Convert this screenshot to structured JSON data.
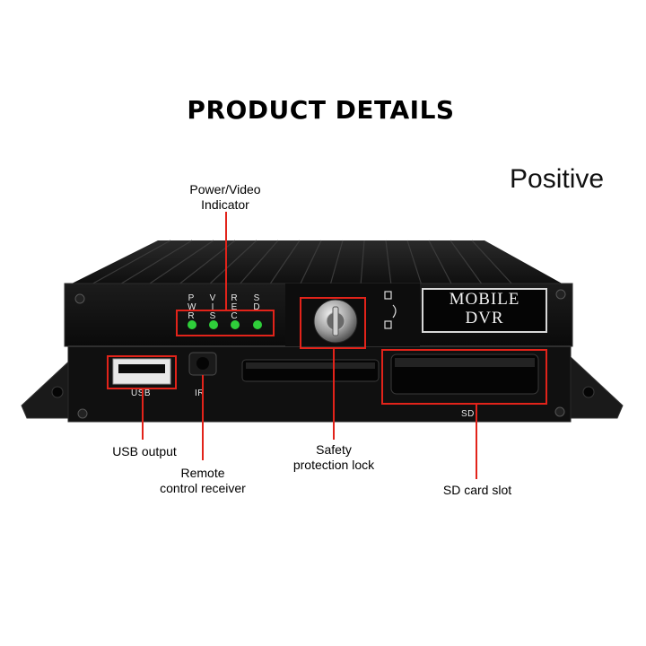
{
  "page": {
    "title": "PRODUCT DETAILS",
    "view_label": "Positive"
  },
  "device": {
    "brand_plate": {
      "line1": "MOBILE",
      "line2": "DVR"
    },
    "led_labels": [
      {
        "top": "P",
        "mid": "W",
        "bottom": "R"
      },
      {
        "top": "V",
        "mid": "I",
        "bottom": "S"
      },
      {
        "top": "R",
        "mid": "E",
        "bottom": "C"
      },
      {
        "top": "S",
        "mid": "D",
        "bottom": ""
      }
    ],
    "port_labels": {
      "usb": "USB",
      "ir": "IR",
      "sd": "SD"
    }
  },
  "callouts": {
    "indicator": {
      "line1": "Power/Video",
      "line2": "Indicator"
    },
    "usb": {
      "line1": "USB output"
    },
    "remote": {
      "line1": "Remote",
      "line2": "control receiver"
    },
    "lock": {
      "line1": "Safety",
      "line2": "protection lock"
    },
    "sd": {
      "line1": "SD card slot"
    }
  },
  "colors": {
    "highlight": "#e2231a",
    "led": "#2fcf3a",
    "body": "#121212"
  }
}
